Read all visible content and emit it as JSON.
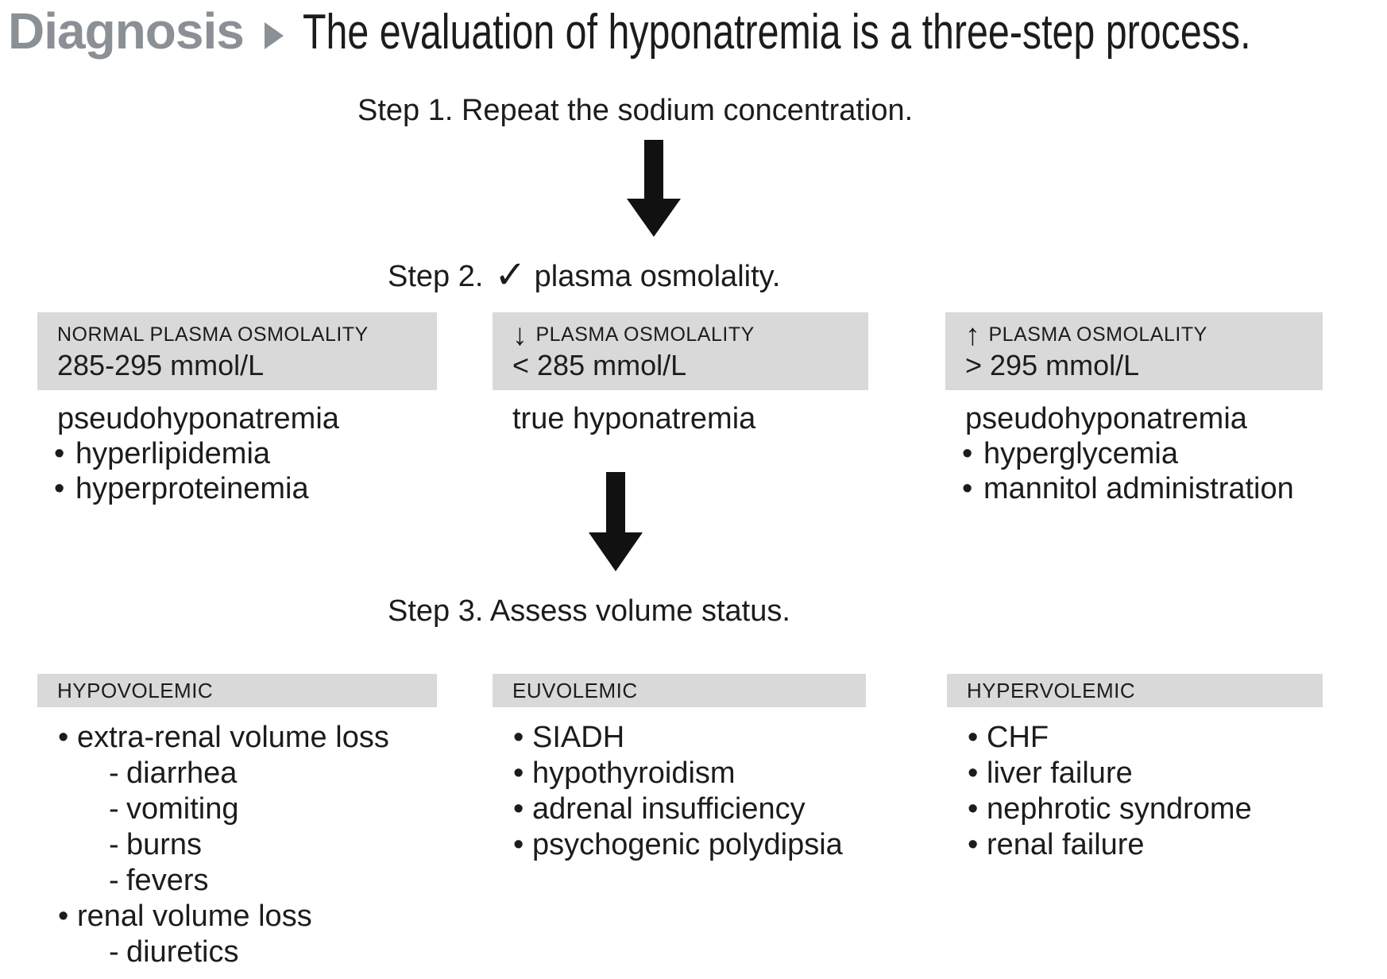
{
  "colors": {
    "box_bg": "#d9d9d9",
    "title_gray": "#8a9095",
    "ink": "#1c1c1e"
  },
  "title": {
    "section": "Diagnosis",
    "text": "The evaluation of hyponatremia is a three-step process."
  },
  "steps": {
    "step1": "Step 1. Repeat the sodium concentration.",
    "step2_prefix": "Step 2.",
    "step2_check": "✓",
    "step2_suffix": "plasma osmolality.",
    "step3": "Step 3. Assess volume status."
  },
  "osmolality_row": {
    "columns": [
      {
        "header_line1": "NORMAL PLASMA OSMOLALITY",
        "header_value": "285-295 mmol/L",
        "lead": "pseudohyponatremia",
        "items": [
          {
            "marker": "•",
            "label": "hyperlipidemia"
          },
          {
            "marker": "•",
            "label": "hyperproteinemia"
          }
        ]
      },
      {
        "header_arrow": "↓",
        "header_line1": "PLASMA OSMOLALITY",
        "header_value": "< 285 mmol/L",
        "lead": "true hyponatremia",
        "items": []
      },
      {
        "header_arrow": "↑",
        "header_line1": "PLASMA OSMOLALITY",
        "header_value": "> 295 mmol/L",
        "lead": "pseudohyponatremia",
        "items": [
          {
            "marker": "•",
            "label": "hyperglycemia"
          },
          {
            "marker": "•",
            "label": "mannitol administration"
          }
        ]
      }
    ]
  },
  "volume_row": {
    "columns": [
      {
        "header": "HYPOVOLEMIC",
        "items": [
          {
            "marker": "•",
            "label": "extra-renal volume loss"
          },
          {
            "marker": "-",
            "label": "diarrhea"
          },
          {
            "marker": "-",
            "label": "vomiting"
          },
          {
            "marker": "-",
            "label": "burns"
          },
          {
            "marker": "-",
            "label": "fevers"
          },
          {
            "marker": "•",
            "label": "renal volume loss"
          },
          {
            "marker": "-",
            "label": "diuretics"
          }
        ]
      },
      {
        "header": "EUVOLEMIC",
        "items": [
          {
            "marker": "•",
            "label": "SIADH"
          },
          {
            "marker": "•",
            "label": "hypothyroidism"
          },
          {
            "marker": "•",
            "label": "adrenal insufficiency"
          },
          {
            "marker": "•",
            "label": "psychogenic polydipsia"
          }
        ]
      },
      {
        "header": "HYPERVOLEMIC",
        "items": [
          {
            "marker": "•",
            "label": "CHF"
          },
          {
            "marker": "•",
            "label": "liver failure"
          },
          {
            "marker": "•",
            "label": "nephrotic syndrome"
          },
          {
            "marker": "•",
            "label": "renal failure"
          }
        ]
      }
    ]
  }
}
